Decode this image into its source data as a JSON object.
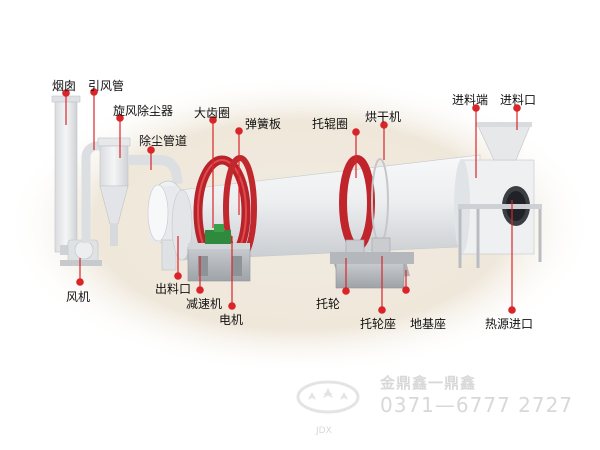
{
  "labels": {
    "chimney": "烟囱",
    "induced_duct": "引风管",
    "cyclone": "旋风除尘器",
    "dust_duct": "除尘管道",
    "big_gear": "大齿圈",
    "spring_plate": "弹簧板",
    "roller_ring": "托辊圈",
    "dryer": "烘干机",
    "feed_end": "进料端",
    "feed_inlet": "进料口",
    "fan": "风机",
    "discharge": "出料口",
    "reducer": "减速机",
    "motor": "电机",
    "idler": "托轮",
    "idler_seat": "托轮座",
    "foundation": "地基座",
    "heat_inlet": "热源进口"
  },
  "watermark": {
    "company": "金鼎鑫一鼎鑫",
    "phone": "0371—6777  2727",
    "logo_text": "JDX"
  },
  "colors": {
    "marker": "#d9252a",
    "machine": "#e9ebee",
    "gear": "#c0282d",
    "base": "#b7bbbf",
    "green": "#2f8a3e",
    "halo": "#ece4d6"
  }
}
